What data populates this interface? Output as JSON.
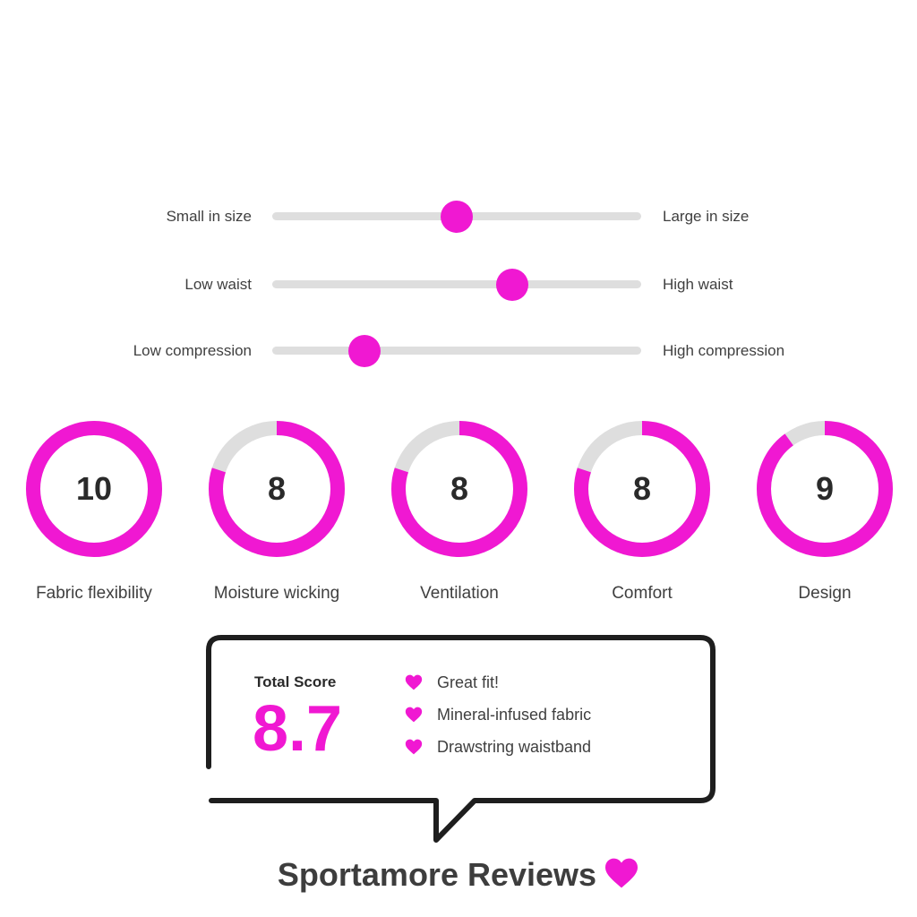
{
  "sliders": [
    {
      "left_label": "Small in size",
      "right_label": "Large in size",
      "value": 0.5
    },
    {
      "left_label": "Low waist",
      "right_label": "High waist",
      "value": 0.65
    },
    {
      "left_label": "Low compression",
      "right_label": "High compression",
      "value": 0.25
    }
  ],
  "chart_data": {
    "type": "gauge",
    "max": 10,
    "categories": [
      "Fabric flexibility",
      "Moisture wicking",
      "Ventilation",
      "Comfort",
      "Design"
    ],
    "values": [
      10,
      8,
      8,
      8,
      9
    ]
  },
  "summary": {
    "total_label": "Total Score",
    "total_value": "8.7",
    "highlights": [
      "Great fit!",
      "Mineral-infused fabric",
      "Drawstring waistband"
    ]
  },
  "brand": {
    "name": "Sportamore Reviews"
  },
  "colors": {
    "accent": "#f018d2",
    "track": "#dedede",
    "text": "#3f3f3f",
    "bubble_border": "#1e1e1e"
  },
  "icons": {
    "highlight_bullet": "heart-icon",
    "brand_mark": "heart-icon"
  }
}
